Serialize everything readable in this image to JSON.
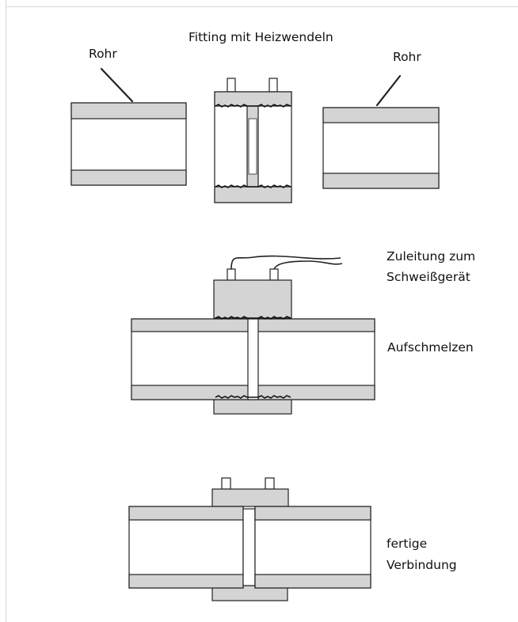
{
  "labels": {
    "fitting": "Fitting mit Heizwendeln",
    "pipe_left": "Rohr",
    "pipe_right": "Rohr",
    "supply_line_1": "Zuleitung zum",
    "supply_line_2": "Schweißgerät",
    "melting": "Aufschmelzen",
    "finished_1": "fertige",
    "finished_2": "Verbindung"
  },
  "colors": {
    "wall_fill": "#d4d4d4",
    "stroke": "#222222",
    "frame": "#d6d6d6",
    "background": "#ffffff"
  }
}
